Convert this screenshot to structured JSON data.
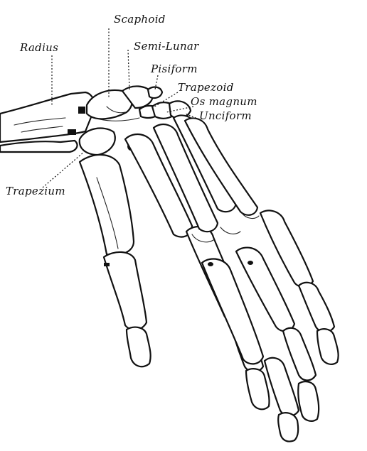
{
  "labels": {
    "scaphoid": "Scaphoid",
    "radius": "Radius",
    "semi_lunar": "Semi-Lunar",
    "pisiform": "Pisiform",
    "trapezoid": "Trapezoid",
    "os_magnum": "Os magnum",
    "unciform": "Unciform",
    "trapezium": "Trapezium"
  },
  "colors": {
    "ink": "#111111",
    "paper": "#ffffff"
  }
}
